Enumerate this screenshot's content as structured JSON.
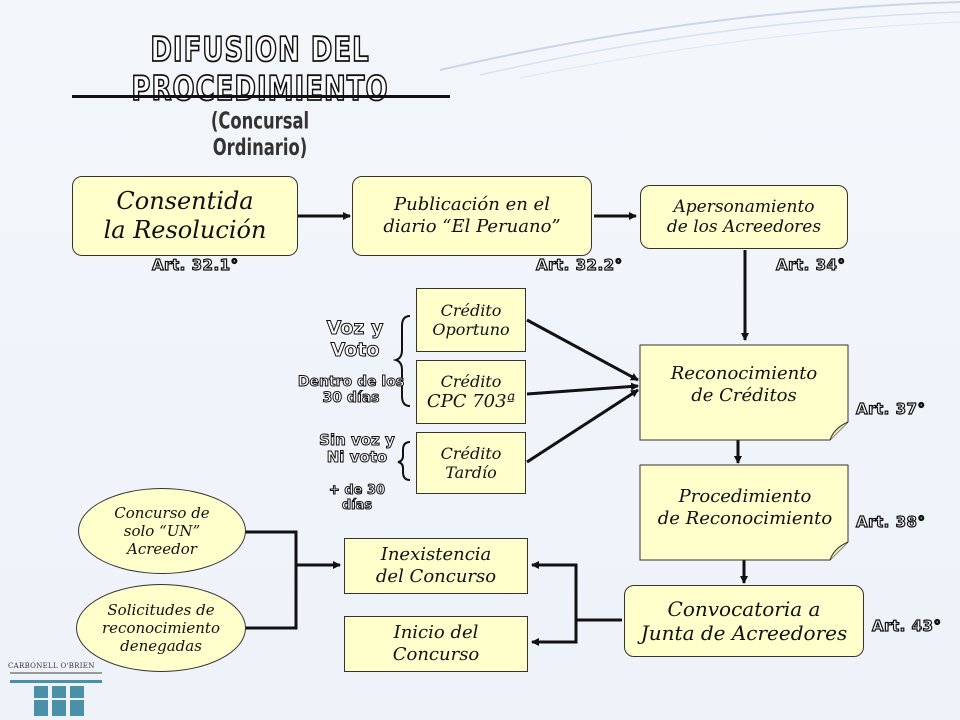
{
  "title": "DIFUSION DEL PROCEDIMIENTO",
  "subtitle": "(Concursal Ordinario)",
  "nodes": {
    "consentida": [
      "Consentida",
      "la Resolución"
    ],
    "publicacion": [
      "Publicación en el",
      "diario “El Peruano”"
    ],
    "apersonamiento": [
      "Apersonamiento",
      "de los Acreedores"
    ],
    "credito_oportuno": [
      "Crédito",
      "Oportuno"
    ],
    "credito_cpc": [
      "Crédito",
      "CPC 703ª"
    ],
    "credito_tardio": [
      "Crédito",
      "Tardío"
    ],
    "reconocimiento": [
      "Reconocimiento",
      "de Créditos"
    ],
    "procedimiento": [
      "Procedimiento",
      "de Reconocimiento"
    ],
    "convocatoria": [
      "Convocatoria a",
      "Junta de Acreedores"
    ],
    "inexistencia": [
      "Inexistencia",
      "del Concurso"
    ],
    "inicio": [
      "Inicio del",
      "Concurso"
    ],
    "concurso_un": [
      "Concurso de",
      "solo “UN”",
      "Acreedor"
    ],
    "solicitudes": [
      "Solicitudes de",
      "reconocimiento",
      "denegadas"
    ]
  },
  "articles": {
    "art_321": "Art. 32.1°",
    "art_322": "Art. 32.2°",
    "art_34": "Art. 34°",
    "art_37": "Art. 37°",
    "art_38": "Art. 38°",
    "art_43": "Art. 43°"
  },
  "annotations": {
    "voz_voto": [
      "Voz y",
      "Voto"
    ],
    "dentro": [
      "Dentro de los",
      "30 días"
    ],
    "sin_voz": [
      "Sin voz y",
      "Ni voto"
    ],
    "mas_30": [
      "+ de 30",
      "días"
    ]
  },
  "logo": {
    "text": "CARBONELL O'BRIEN"
  },
  "colors": {
    "box_fill": "#ffffcc",
    "border": "#333333",
    "background": "#eef2f9",
    "logo": "#4a90a8"
  }
}
